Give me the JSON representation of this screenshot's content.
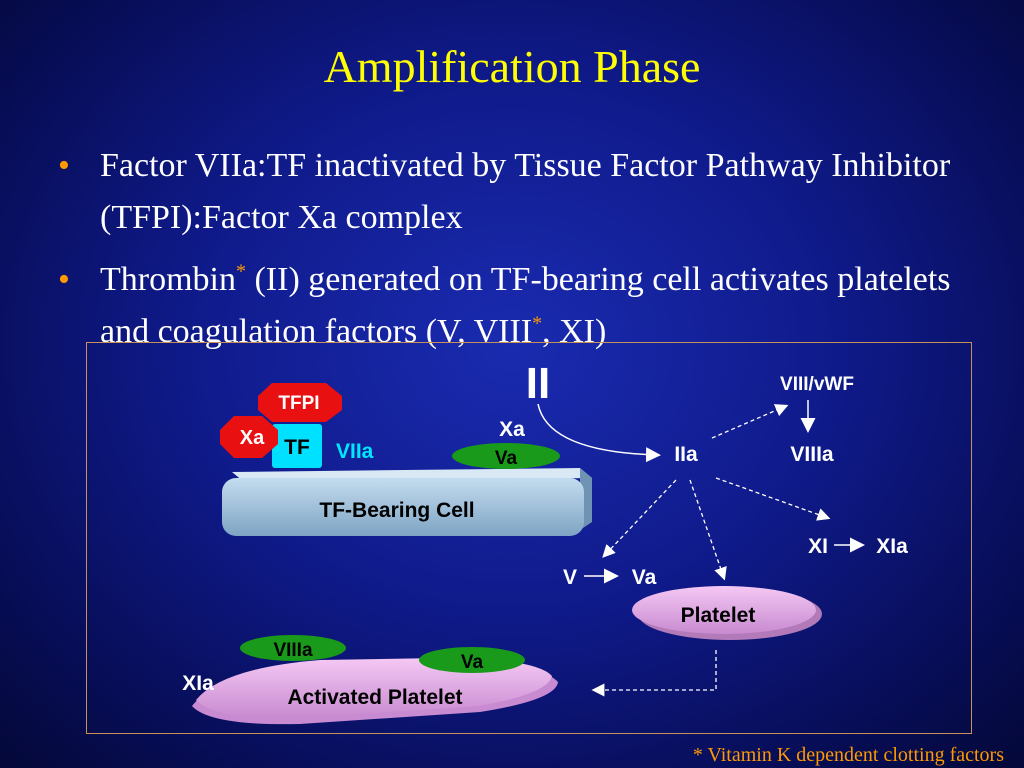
{
  "slide": {
    "title": "Amplification Phase",
    "bullets": [
      {
        "text": "Factor VIIa:TF inactivated by Tissue Factor Pathway Inhibitor (TFPI):Factor Xa complex"
      },
      {
        "text_before": "Thrombin",
        "sup": "*",
        "text_middle": " (II) generated on TF-bearing cell activates platelets and coagulation factors (V, VIII",
        "sup2": "*",
        "text_after": ", XI)"
      }
    ],
    "footnote": "* Vitamin K dependent clotting factors"
  },
  "diagram": {
    "tfpi": "TFPI",
    "xa_octagon": "Xa",
    "tf": "TF",
    "viia": "VIIa",
    "xa_float": "Xa",
    "va_on_cell": "Va",
    "cell": "TF-Bearing Cell",
    "ii": "II",
    "iia": "IIa",
    "viii_vwf": "VIII/vWF",
    "viiia": "VIIIa",
    "xi": "XI",
    "xia": "XIa",
    "v": "V",
    "va": "Va",
    "platelet": "Platelet",
    "activated_platelet": "Activated Platelet",
    "viiia_on_platelet": "VIIIa",
    "va_on_platelet": "Va",
    "xia_on_platelet": "XIa"
  },
  "colors": {
    "title": "#ffff00",
    "bullet_marker": "#ff9900",
    "red_octagon": "#e81010",
    "tf_box": "#00e0ff",
    "green_ellipse": "#1a9a1a",
    "cell": "#a8c8e0",
    "platelet": "#e8a8e8"
  }
}
